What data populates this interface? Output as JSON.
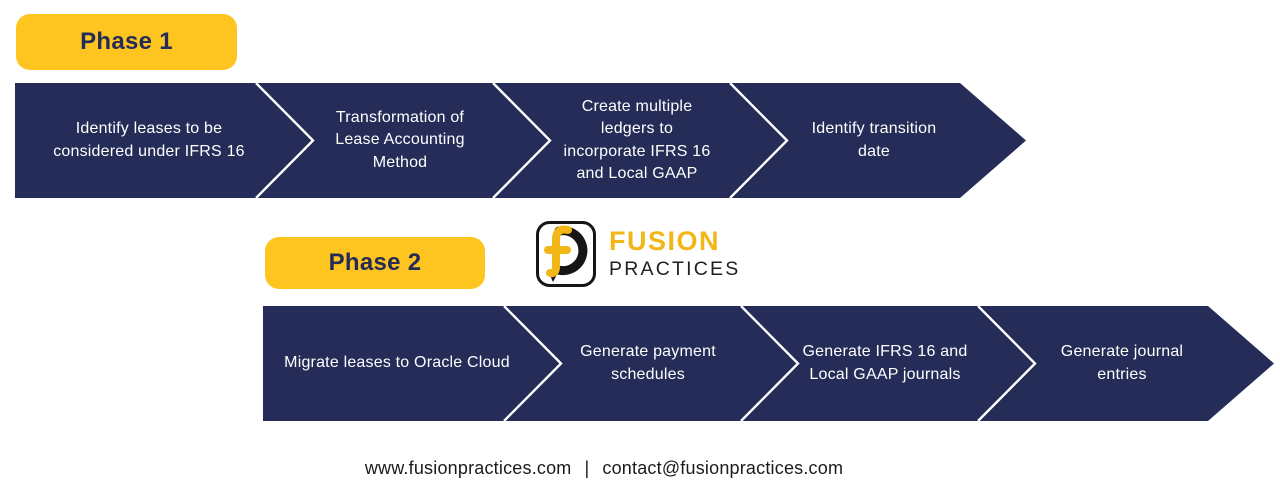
{
  "colors": {
    "navy": "#242C57",
    "yellow": "#FEC41F",
    "logoYellow": "#F2B616",
    "ink": "#161616",
    "stepText": "#FFFFFF",
    "footerText": "#1B1B1B"
  },
  "phase1": {
    "label": "Phase 1",
    "steps": [
      {
        "label": "Identify leases to be\nconsidered under IFRS 16"
      },
      {
        "label": "Transformation of\nLease Accounting\nMethod"
      },
      {
        "label": "Create multiple\nledgers to\nincorporate IFRS 16\nand Local GAAP"
      },
      {
        "label": "Identify transition\ndate"
      }
    ]
  },
  "phase2": {
    "label": "Phase 2",
    "steps": [
      {
        "label": "Migrate leases to Oracle Cloud"
      },
      {
        "label": "Generate payment\nschedules"
      },
      {
        "label": "Generate IFRS 16 and\nLocal GAAP journals"
      },
      {
        "label": "Generate journal\nentries"
      }
    ]
  },
  "logo": {
    "brand": "FUSION",
    "brand_secondary": "PRACTICES"
  },
  "footer": {
    "website": "www.fusionpractices.com",
    "separator": "|",
    "email": "contact@fusionpractices.com"
  }
}
